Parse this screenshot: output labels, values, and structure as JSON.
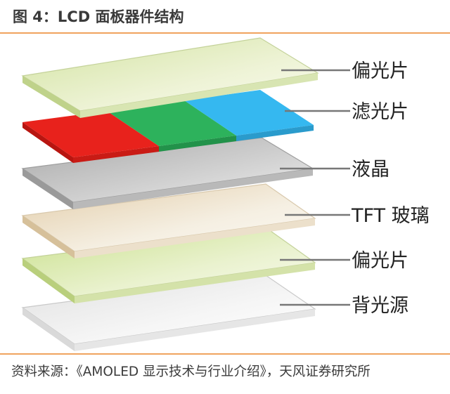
{
  "figure": {
    "title": "图 4：LCD 面板器件结构",
    "source": "资料来源：《AMOLED 显示技术与行业介绍》，天风证券研究所"
  },
  "layers": [
    {
      "name": "polarizer-top",
      "label": "偏光片"
    },
    {
      "name": "color-filter",
      "label": "滤光片"
    },
    {
      "name": "liquid-crystal",
      "label": "液晶"
    },
    {
      "name": "tft-glass",
      "label": "TFT 玻璃"
    },
    {
      "name": "polarizer-bottom",
      "label": "偏光片"
    },
    {
      "name": "backlight",
      "label": "背光源"
    }
  ],
  "colors": {
    "accent_rule": "#f0a35e",
    "polarizer": "#e3ecc0",
    "filter_red": "#e8221c",
    "filter_green": "#2db25c",
    "filter_blue": "#35b8f0",
    "liquid_crystal": "#c8c8c8",
    "tft_glass": "#f3ead8",
    "backlight": "#f1f1f1"
  }
}
